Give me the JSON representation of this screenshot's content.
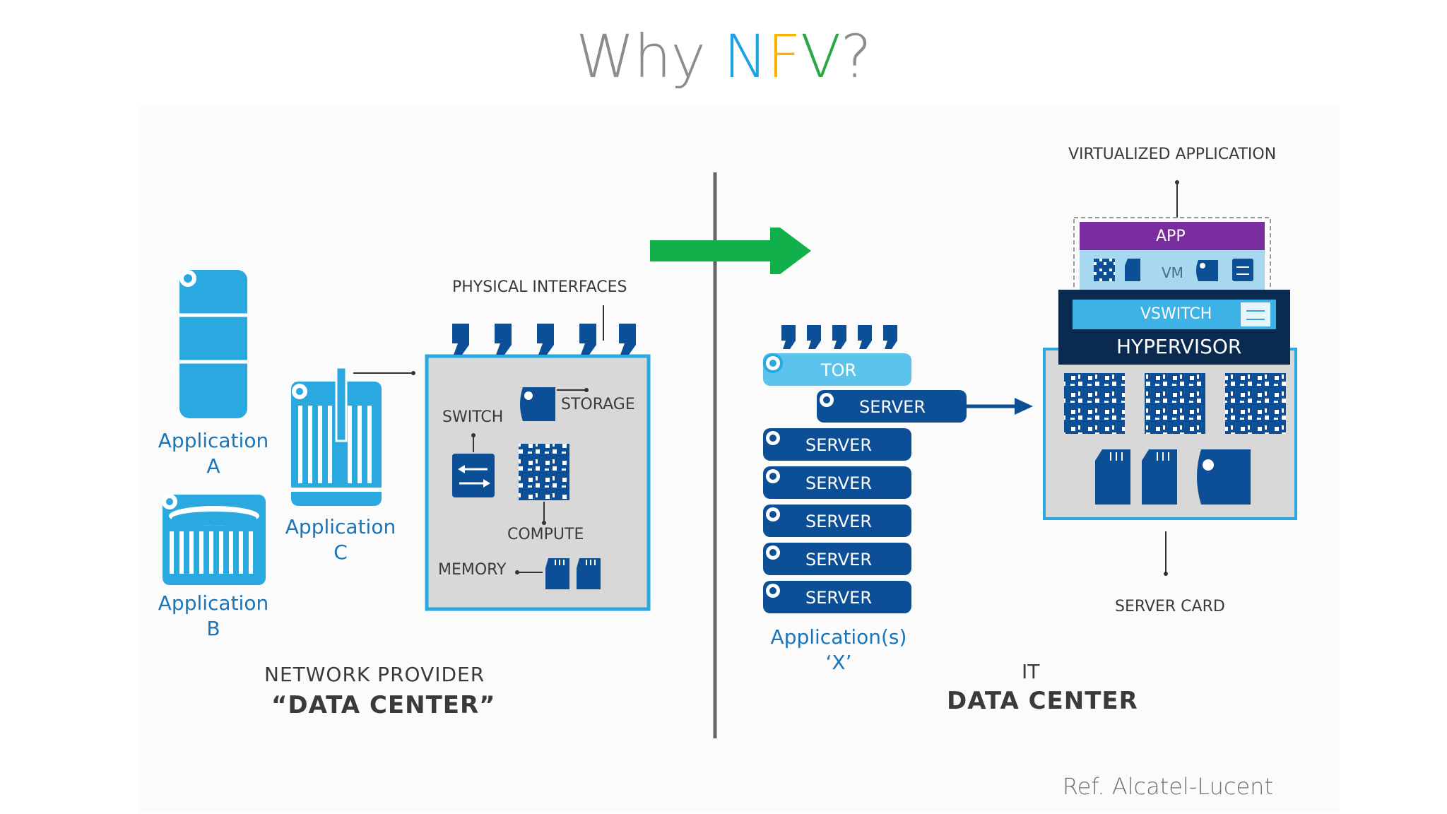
{
  "title": {
    "prefix": "Why ",
    "n": "N",
    "f": "F",
    "v": "V",
    "suffix": "?",
    "colors": {
      "prefix": "#8c8c8c",
      "n": "#1aa3e0",
      "f": "#f4b400",
      "v": "#2aa845",
      "suffix": "#8c8c8c"
    }
  },
  "left": {
    "app_a": [
      "Application",
      "A"
    ],
    "app_b": [
      "Application",
      "B"
    ],
    "app_c": [
      "Application",
      "C"
    ],
    "physical_interfaces": "PHYSICAL INTERFACES",
    "switch": "SWITCH",
    "storage": "STORAGE",
    "compute": "COMPUTE",
    "memory": "MEMORY",
    "caption_line1": "NETWORK PROVIDER",
    "caption_line2": "“DATA CENTER”"
  },
  "right": {
    "virtualized_application": "VIRTUALIZED APPLICATION",
    "app": "APP",
    "vm": "VM",
    "vswitch": "VSWITCH",
    "hypervisor": "HYPERVISOR",
    "tor": "TOR",
    "server": "SERVER",
    "servers": [
      "SERVER",
      "SERVER",
      "SERVER",
      "SERVER",
      "SERVER"
    ],
    "apps_x": [
      "Application(s)",
      "‘X’"
    ],
    "server_card": "SERVER CARD",
    "caption_line1": "IT",
    "caption_line2": "DATA CENTER"
  },
  "ref": "Ref. Alcatel-Lucent",
  "colors": {
    "light_blue": "#2aa8e0",
    "dark_blue": "#0d4f96",
    "purple": "#7a2d9e",
    "navy": "#0b2a4f",
    "green_arrow": "#12b04a",
    "panel_gray": "#d8d8d8"
  }
}
